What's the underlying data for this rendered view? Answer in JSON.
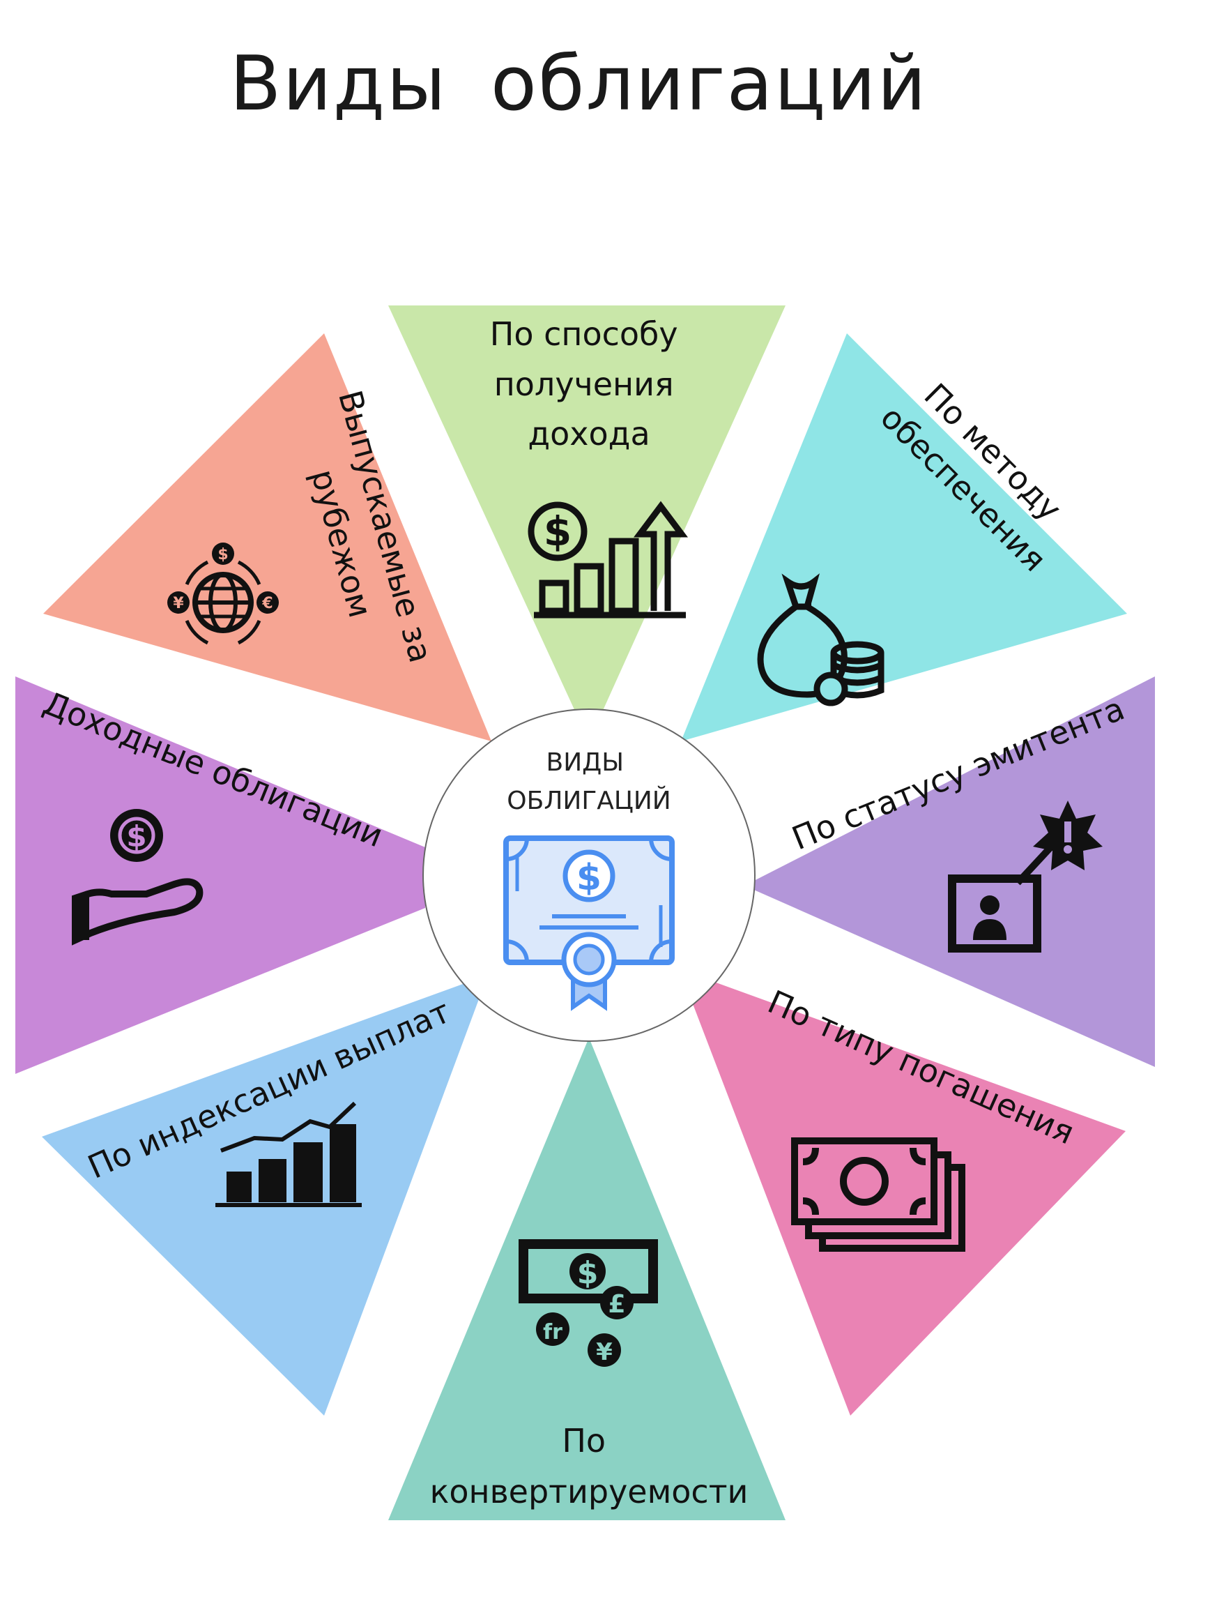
{
  "title": "Виды облигаций",
  "center": {
    "line1": "ВИДЫ",
    "line2": "ОБЛИГАЦИЙ",
    "icon": "bond-certificate-icon"
  },
  "segments": [
    {
      "id": "income-method",
      "lines": [
        "По способу",
        "получения",
        "дохода"
      ],
      "color": "#c9e7a9",
      "icon": "money-growth-chart-icon"
    },
    {
      "id": "security-method",
      "lines": [
        "По методу",
        "обеспечения"
      ],
      "color": "#8fe5e6",
      "icon": "money-bag-coins-icon"
    },
    {
      "id": "issuer-status",
      "lines": [
        "По статусу эмитента"
      ],
      "color": "#b396d9",
      "icon": "user-alert-icon"
    },
    {
      "id": "repayment-type",
      "lines": [
        "По типу погашения"
      ],
      "color": "#ea83b4",
      "icon": "banknotes-stack-icon"
    },
    {
      "id": "convertibility",
      "lines": [
        "По",
        "конвертируемости"
      ],
      "color": "#8bd2c4",
      "icon": "currency-exchange-icon"
    },
    {
      "id": "payment-indexation",
      "lines": [
        "По индексации выплат"
      ],
      "color": "#99cbf3",
      "icon": "bar-chart-trend-icon"
    },
    {
      "id": "income-bonds",
      "lines": [
        "Доходные облигации"
      ],
      "color": "#c888d8",
      "icon": "hand-dollar-icon"
    },
    {
      "id": "issued-abroad",
      "lines": [
        "Выпускаемые за",
        "рубежом"
      ],
      "color": "#f6a593",
      "icon": "globe-currency-icon"
    }
  ]
}
